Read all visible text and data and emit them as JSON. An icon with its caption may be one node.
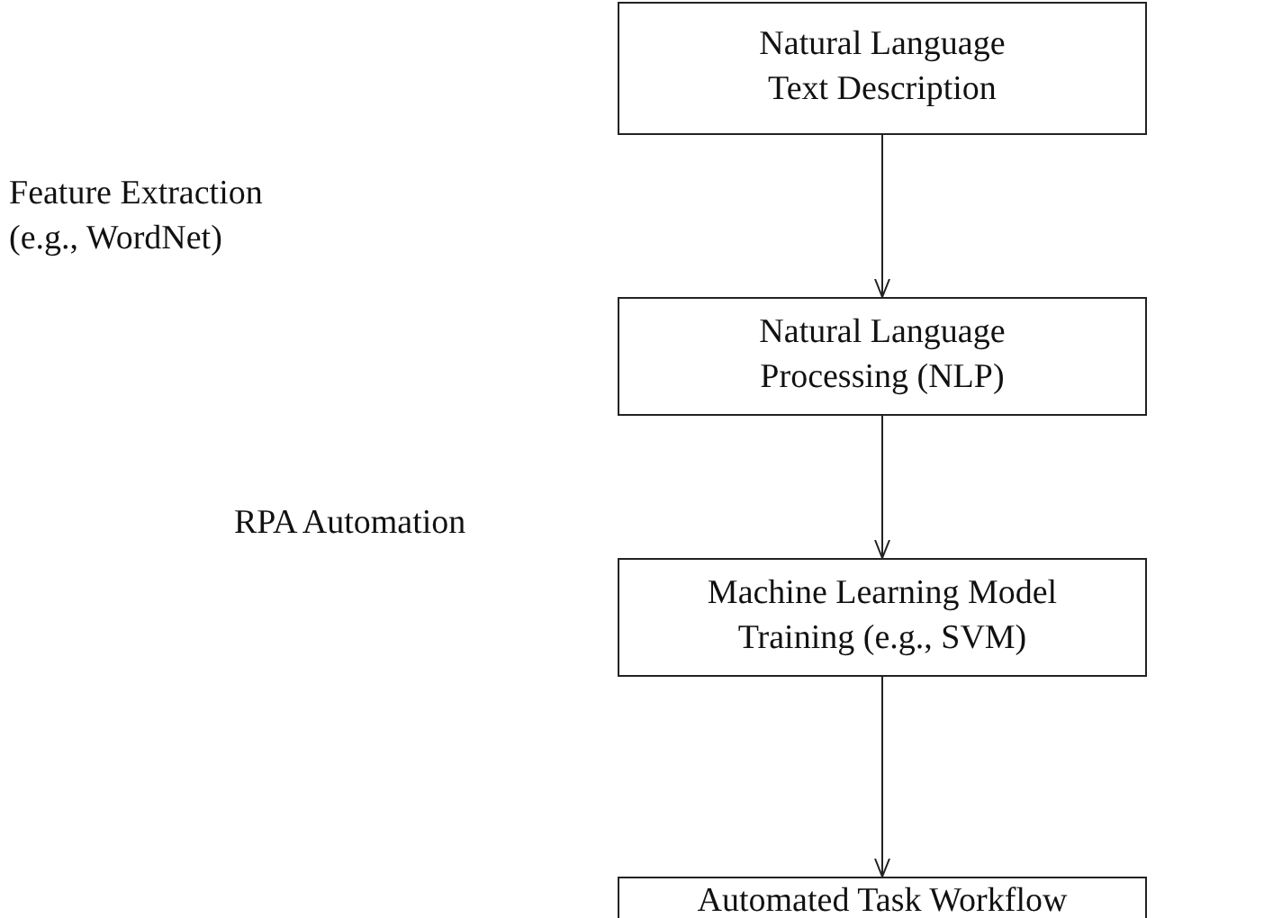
{
  "diagram": {
    "nodes": [
      {
        "text": [
          "Natural Language Text Description"
        ]
      },
      {
        "text": [
          "Natural Language Processing (NLP)"
        ]
      },
      {
        "text": [
          "Machine Learning Model Training (e.g., SVM)"
        ]
      },
      {
        "text": [
          "Automated Task Workflow"
        ]
      }
    ],
    "edges": [
      {
        "from": 0,
        "to": 1,
        "arrow": "to"
      },
      {
        "from": 1,
        "to": 2,
        "arrow": "to"
      },
      {
        "from": 2,
        "to": 3,
        "arrow": "to"
      }
    ],
    "labels": [
      "Feature Extraction (e.g., WordNet)",
      "RPA Automation"
    ]
  }
}
